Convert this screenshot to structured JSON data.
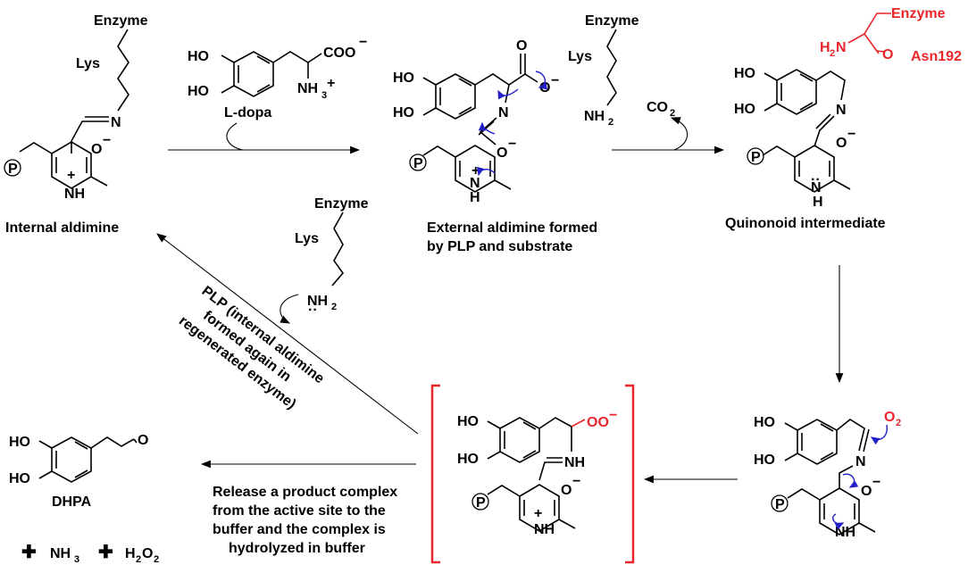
{
  "colors": {
    "text": "#000000",
    "highlight": "#e8262b",
    "electron_arrow": "#2320c8"
  },
  "atoms": {
    "enzyme": "Enzyme",
    "lys": "Lys",
    "ho": "HO",
    "n": "N",
    "nh": "NH",
    "h": "H",
    "o_minus": "O",
    "minus": "−",
    "plus": "+",
    "p": "P",
    "coo": "COO",
    "nh3": "NH",
    "nh3_sub": "3",
    "nh2": "NH",
    "nh2_sub": "2",
    "co2": "CO",
    "co2_sub": "2",
    "h2n": "H",
    "h2n_sub": "2",
    "h2n_n": "N",
    "o": "O",
    "oo": "OO",
    "o2": "O",
    "o2_sub": "2",
    "lone_pair": "··"
  },
  "labels": {
    "ldopa": "L-dopa",
    "internal_aldimine": "Internal aldimine",
    "external_line1": "External aldimine formed",
    "external_line2": "by PLP and substrate",
    "quinonoid": "Quinonoid intermediate",
    "asn": "Asn192",
    "regen_line1": "PLP (internal aldimine",
    "regen_line2": "formed again in",
    "regen_line3": "regenerated enzyme)",
    "release_line1": "Release a product complex",
    "release_line2": "from the active site to the",
    "release_line3": "buffer and the complex is",
    "release_line4": "hydrolyzed in buffer",
    "dhpa": "DHPA",
    "plus_sign": "✚",
    "nh3_product": "NH",
    "nh3_product_sub": "3",
    "h2o2_h": "H",
    "h2o2_sub1": "2",
    "h2o2_o": "O",
    "h2o2_sub2": "2"
  }
}
